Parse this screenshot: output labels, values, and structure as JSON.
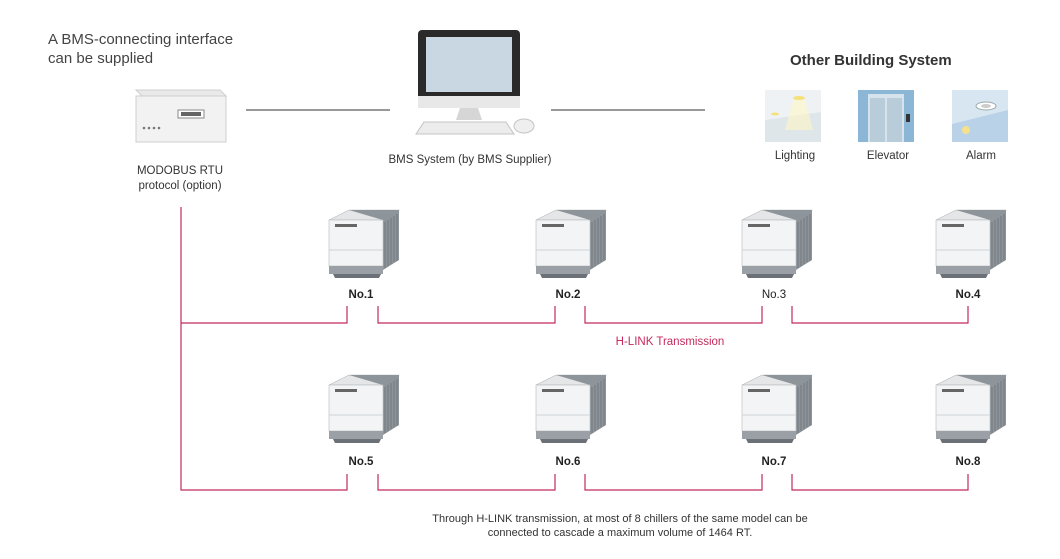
{
  "intro": {
    "line1": "A BMS-connecting interface",
    "line2": "can be supplied"
  },
  "rtu": {
    "caption_line1": "MODOBUS RTU",
    "caption_line2": "protocol (option)"
  },
  "bms": {
    "caption": "BMS System (by BMS Supplier)"
  },
  "other_building": {
    "title": "Other Building System",
    "items": [
      {
        "label": "Lighting",
        "icon": "lighting-icon"
      },
      {
        "label": "Elevator",
        "icon": "elevator-icon"
      },
      {
        "label": "Alarm",
        "icon": "alarm-icon"
      }
    ]
  },
  "chillers": {
    "row1": [
      "No.1",
      "No.2",
      "No.3",
      "No.4"
    ],
    "row2": [
      "No.5",
      "No.6",
      "No.7",
      "No.8"
    ]
  },
  "hlink": {
    "label": "H-LINK Transmission",
    "line_color": "#c42a5c"
  },
  "footnote": {
    "line1": "Through H-LINK transmission, at most of 8 chillers of the same model can be",
    "line2": "connected to cascade a maximum volume of 1464 RT."
  }
}
